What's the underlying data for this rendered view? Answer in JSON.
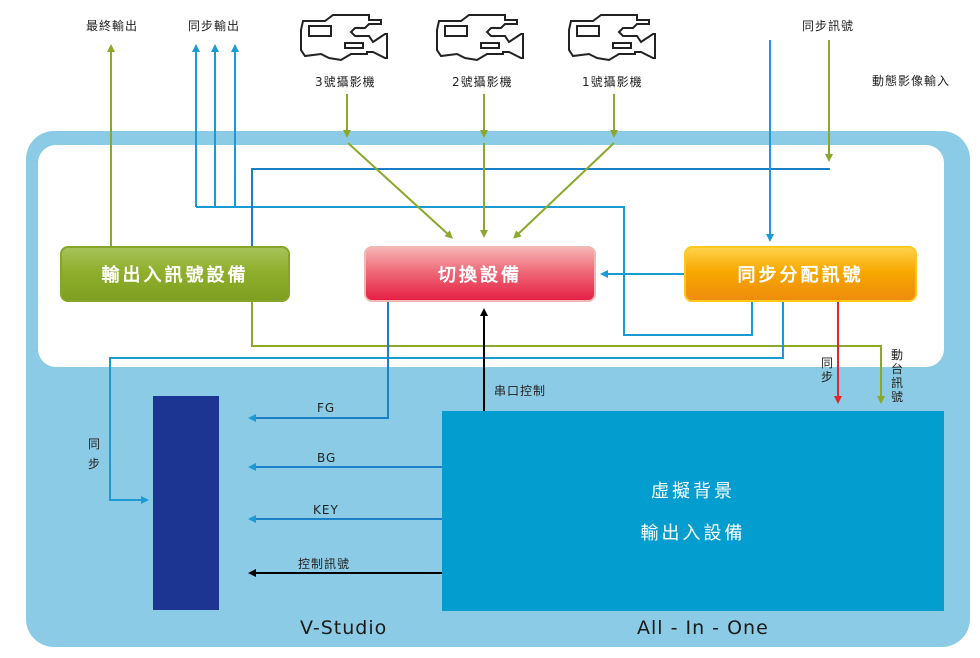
{
  "diagram": {
    "top_labels": {
      "final_output": "最終輸出",
      "sync_output": "同步輸出",
      "sync_signal": "同步訊號",
      "live_video_input": "動態影像輸入"
    },
    "cameras": [
      {
        "label": "3號攝影機",
        "icon": "video-camera-icon"
      },
      {
        "label": "2號攝影機",
        "icon": "video-camera-icon"
      },
      {
        "label": "1號攝影機",
        "icon": "video-camera-icon"
      }
    ],
    "boxes": {
      "io_device": "輸出入訊號設備",
      "switcher": "切換設備",
      "sync_distributor": "同步分配訊號"
    },
    "connection_labels": {
      "serial_control": "串口控制",
      "fg": "FG",
      "bg": "BG",
      "key": "KEY",
      "control_signal": "控制訊號",
      "sync_left": "同步",
      "sync_right": "同步",
      "tally_signal": "動台訊號"
    },
    "aio_device": {
      "line1": "虛擬背景",
      "line2": "輸出入設備"
    },
    "footer": {
      "vstudio": "V-Studio",
      "all_in_one": "All - In - One"
    },
    "colors": {
      "green": "#8aa82a",
      "blue": "#1a9bd6",
      "red": "#e3262a",
      "black": "#000000",
      "frame": "#8ccbe5",
      "navy": "#1c3593",
      "aio": "#039dcf"
    }
  }
}
